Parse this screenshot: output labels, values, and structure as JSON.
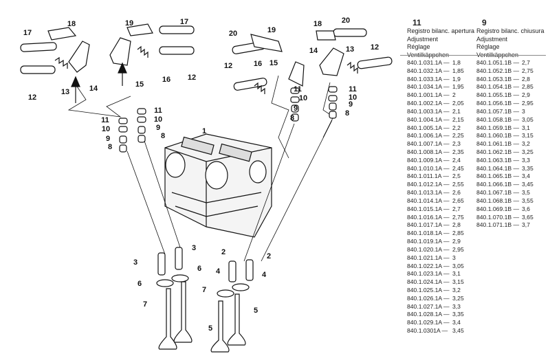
{
  "diagram": {
    "part_labels": [
      "17",
      "18",
      "19",
      "17",
      "12",
      "13",
      "14",
      "15",
      "16",
      "12",
      "20",
      "19",
      "18",
      "20",
      "12",
      "14",
      "13",
      "16",
      "15",
      "12",
      "11",
      "10",
      "9",
      "8",
      "11",
      "10",
      "9",
      "8",
      "11",
      "10",
      "9",
      "8",
      "11",
      "10",
      "9",
      "8",
      "1",
      "3",
      "3",
      "6",
      "6",
      "7",
      "7",
      "2",
      "2",
      "4",
      "4",
      "5",
      "5"
    ]
  },
  "table": {
    "columns": [
      {
        "number": "11",
        "lines": [
          "Registro bilanc. apertura",
          "Adjustment",
          "Réglage",
          "Ventilkäppchen"
        ]
      },
      {
        "number": "9",
        "lines": [
          "Registro bilanc. chiusura",
          "Adjustment",
          "Réglage",
          "Ventilkäppchen"
        ]
      }
    ],
    "col11": [
      [
        "840.1.031.1A —",
        "1,8"
      ],
      [
        "840.1.032.1A —",
        "1,85"
      ],
      [
        "840.1.033.1A —",
        "1,9"
      ],
      [
        "840.1.034.1A —",
        "1,95"
      ],
      [
        "840.1.001.1A —",
        "2"
      ],
      [
        "840.1.002.1A —",
        "2,05"
      ],
      [
        "840.1.003.1A —",
        "2,1"
      ],
      [
        "840.1.004.1A —",
        "2,15"
      ],
      [
        "840.1.005.1A —",
        "2,2"
      ],
      [
        "840.1.006.1A —",
        "2,25"
      ],
      [
        "840.1.007.1A —",
        "2,3"
      ],
      [
        "840.1.008.1A —",
        "2,35"
      ],
      [
        "840.1.009.1A —",
        "2,4"
      ],
      [
        "840.1.010.1A —",
        "2,45"
      ],
      [
        "840.1.011.1A —",
        "2,5"
      ],
      [
        "840.1.012.1A —",
        "2,55"
      ],
      [
        "840.1.013.1A —",
        "2,6"
      ],
      [
        "840.1.014.1A —",
        "2,65"
      ],
      [
        "840.1.015.1A —",
        "2,7"
      ],
      [
        "840.1.016.1A —",
        "2,75"
      ],
      [
        "840.1.017.1A —",
        "2,8"
      ],
      [
        "840.1.018.1A —",
        "2,85"
      ],
      [
        "840.1.019.1A —",
        "2,9"
      ],
      [
        "840.1.020.1A —",
        "2,95"
      ],
      [
        "840.1.021.1A —",
        "3"
      ],
      [
        "840.1.022.1A —",
        "3,05"
      ],
      [
        "840.1.023.1A —",
        "3,1"
      ],
      [
        "840.1.024.1A —",
        "3,15"
      ],
      [
        "840.1.025.1A —",
        "3,2"
      ],
      [
        "840.1.026.1A —",
        "3,25"
      ],
      [
        "840.1.027.1A —",
        "3,3"
      ],
      [
        "840.1.028.1A —",
        "3,35"
      ],
      [
        "840.1.029.1A —",
        "3,4"
      ],
      [
        "840.1.0301A —",
        "3,45"
      ]
    ],
    "col9": [
      [
        "840.1.051.1B —",
        "2,7"
      ],
      [
        "840.1.052.1B —",
        "2,75"
      ],
      [
        "840.1.053.1B —",
        "2,8"
      ],
      [
        "840.1.054.1B —",
        "2,85"
      ],
      [
        "840.1.055.1B —",
        "2,9"
      ],
      [
        "840.1.056.1B —",
        "2,95"
      ],
      [
        "840.1.057.1B —",
        "3"
      ],
      [
        "840.1.058.1B —",
        "3,05"
      ],
      [
        "840.1.059.1B —",
        "3,1"
      ],
      [
        "840.1.060.1B —",
        "3,15"
      ],
      [
        "840.1.061.1B —",
        "3,2"
      ],
      [
        "840.1.062.1B —",
        "3,25"
      ],
      [
        "840.1.063.1B —",
        "3,3"
      ],
      [
        "840.1.064.1B —",
        "3,35"
      ],
      [
        "840.1.065.1B —",
        "3,4"
      ],
      [
        "840.1.066.1B —",
        "3,45"
      ],
      [
        "840.1.067.1B —",
        "3,5"
      ],
      [
        "840.1.068.1B —",
        "3,55"
      ],
      [
        "840.1.069.1B —",
        "3,6"
      ],
      [
        "840.1.070.1B —",
        "3,65"
      ],
      [
        "840.1.071.1B —",
        "3,7"
      ]
    ]
  }
}
